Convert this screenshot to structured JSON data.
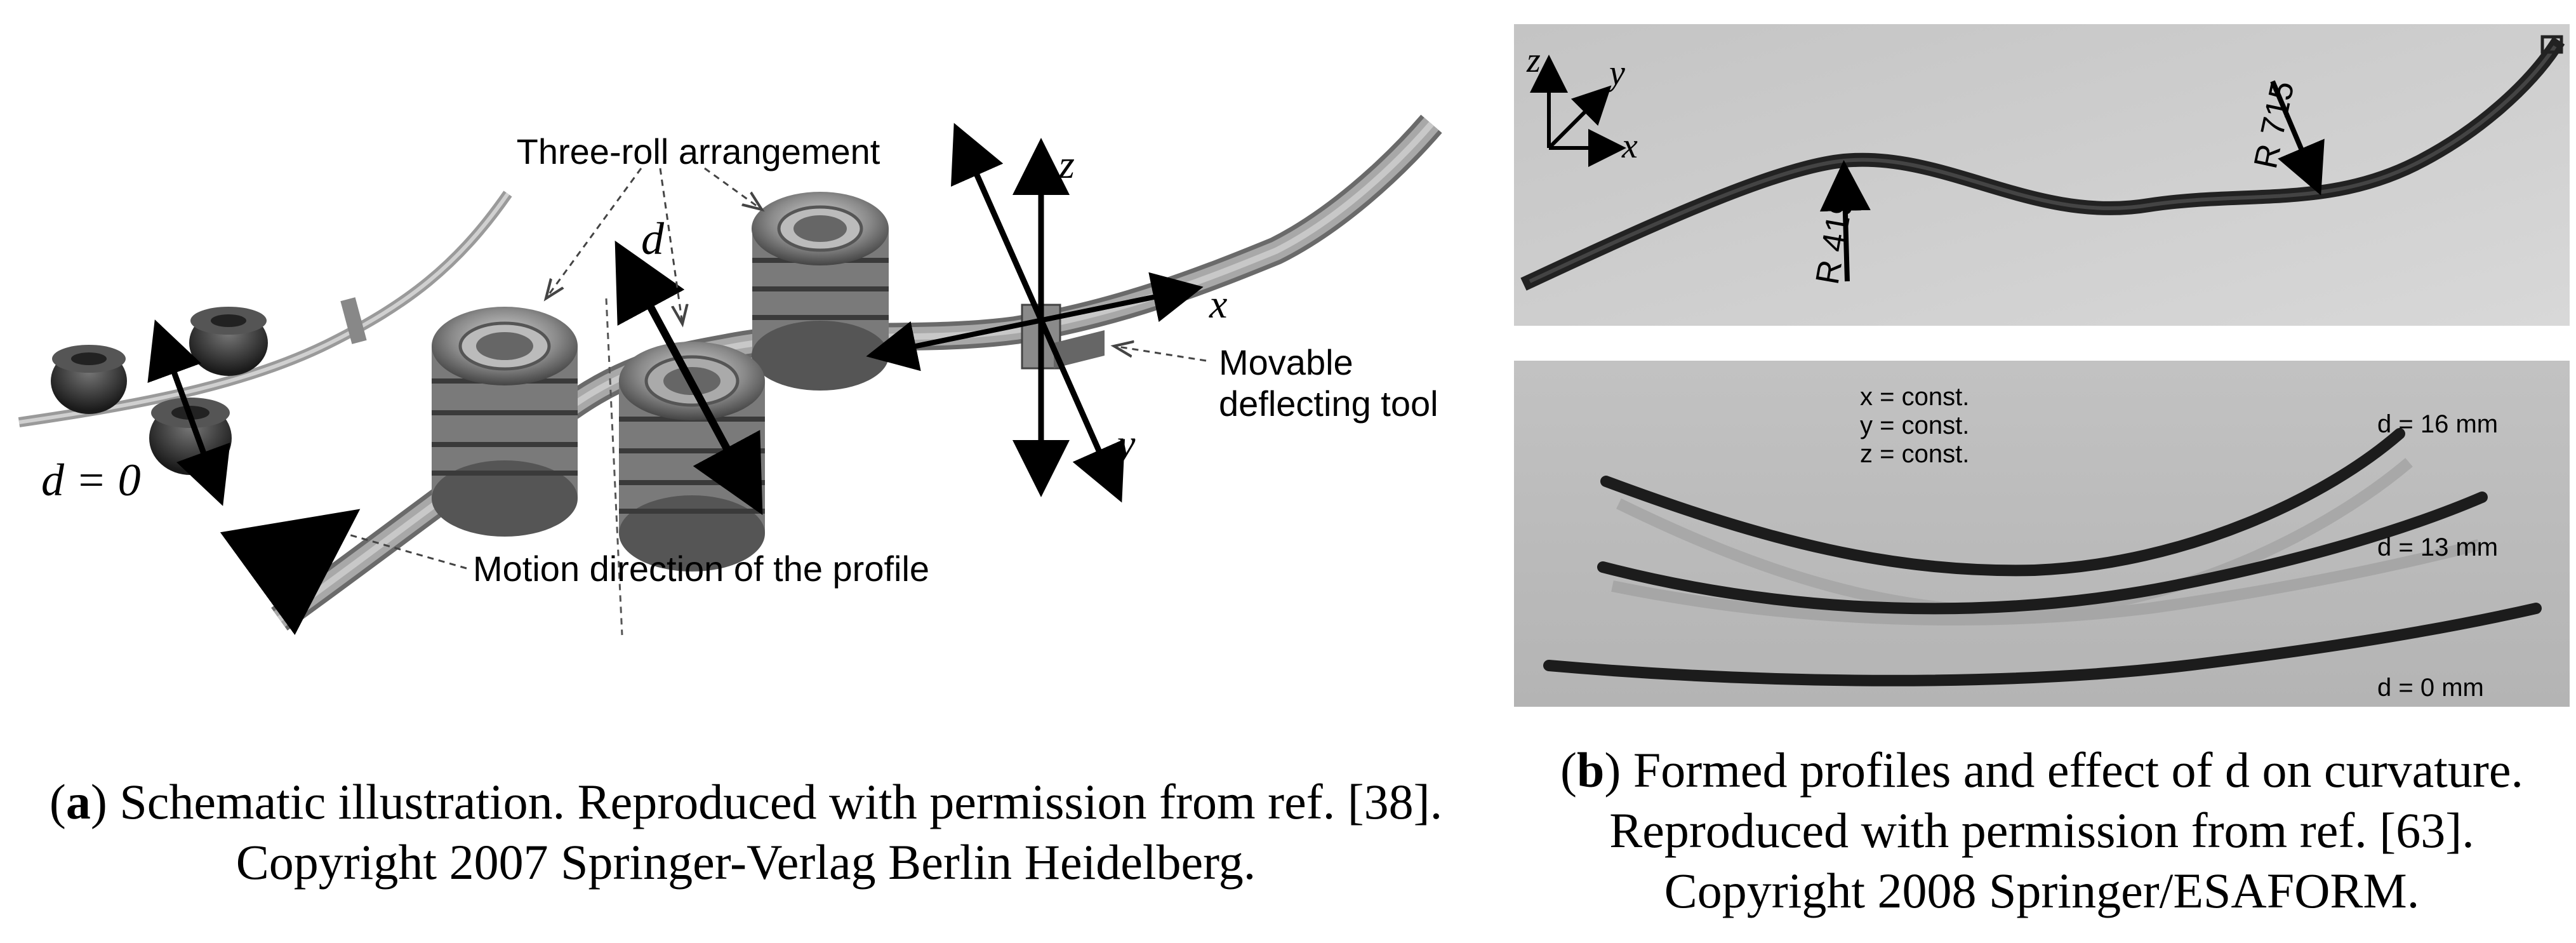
{
  "panel_a": {
    "three_roll_label": "Three-roll arrangement",
    "d_label": "d",
    "d_zero_label": "d = 0",
    "z_label": "z",
    "x_label": "x",
    "y_label": "y",
    "tool_label_line1": "Movable",
    "tool_label_line2": "deflecting tool",
    "motion_label": "Motion direction of the profile",
    "caption_letter": "a",
    "caption_line1": " Schematic illustration. Reproduced with permission from ref. [38].",
    "caption_line2": "Copyright 2007 Springer-Verlag Berlin Heidelberg."
  },
  "panel_b": {
    "axis_z": "z",
    "axis_y": "y",
    "axis_x": "x",
    "radius_1": "R 419",
    "radius_2": "R 715",
    "const_x": "x = const.",
    "const_y": "y = const.",
    "const_z": "z = const.",
    "d16": "d = 16 mm",
    "d13": "d = 13 mm",
    "d0": "d =   0 mm",
    "caption_letter": "b",
    "caption_line1": " Formed profiles and effect of d on curvature.",
    "caption_line2": "Reproduced with permission from ref. [63].",
    "caption_line3": "Copyright 2008 Springer/ESAFORM."
  }
}
